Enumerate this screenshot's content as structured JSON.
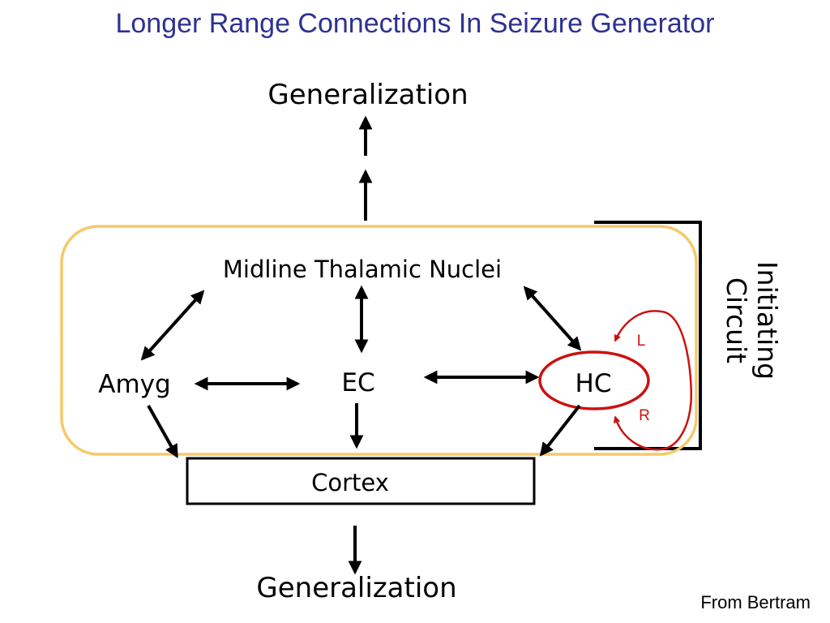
{
  "title": "Longer Range Connections In Seizure Generator",
  "nodes": {
    "generalization_top": "Generalization",
    "midline_thalamic_nuclei": "Midline Thalamic Nuclei",
    "amyg": "Amyg",
    "ec": "EC",
    "hc": "HC",
    "cortex": "Cortex",
    "generalization_bottom": "Generalization"
  },
  "initiating_circuit": {
    "line1": "Initiating",
    "line2": "Circuit"
  },
  "loops": {
    "left": "L",
    "right": "R"
  },
  "attribution": "From Bertram",
  "colors": {
    "title": "#2e3192",
    "box_outline": "#f5c96a",
    "hc_loop": "#cc1111",
    "arrows": "#000000"
  }
}
